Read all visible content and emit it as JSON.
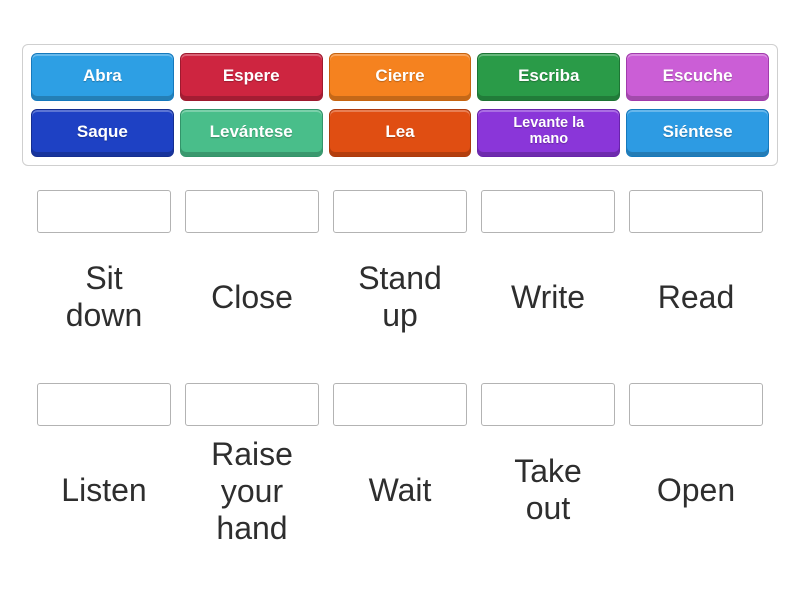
{
  "app": {
    "background_color": "#ffffff"
  },
  "tray": {
    "border_color": "#cfcfcf",
    "tiles": [
      {
        "label": "Abra",
        "color": "#2d9fe4",
        "color_dark": "#1579bd"
      },
      {
        "label": "Espere",
        "color": "#ce2540",
        "color_dark": "#9e1a2f"
      },
      {
        "label": "Cierre",
        "color": "#f5821f",
        "color_dark": "#c66410"
      },
      {
        "label": "Escriba",
        "color": "#2a9b48",
        "color_dark": "#1d7434"
      },
      {
        "label": "Escuche",
        "color": "#cb5ed6",
        "color_dark": "#a13cac"
      },
      {
        "label": "Saque",
        "color": "#1e41c4",
        "color_dark": "#142e91"
      },
      {
        "label": "Levántese",
        "color": "#49be8a",
        "color_dark": "#33946a"
      },
      {
        "label": "Lea",
        "color": "#e04e12",
        "color_dark": "#ad3a0c"
      },
      {
        "label": "Levante la mano",
        "color": "#8a36d9",
        "color_dark": "#6823ab"
      },
      {
        "label": "Siéntese",
        "color": "#2d9be3",
        "color_dark": "#1579bd"
      }
    ]
  },
  "match": {
    "rows": [
      {
        "items": [
          {
            "label": "Sit down"
          },
          {
            "label": "Close"
          },
          {
            "label": "Stand up"
          },
          {
            "label": "Write"
          },
          {
            "label": "Read"
          }
        ]
      },
      {
        "items": [
          {
            "label": "Listen"
          },
          {
            "label": "Raise your hand"
          },
          {
            "label": "Wait"
          },
          {
            "label": "Take out"
          },
          {
            "label": "Open"
          }
        ]
      }
    ]
  }
}
